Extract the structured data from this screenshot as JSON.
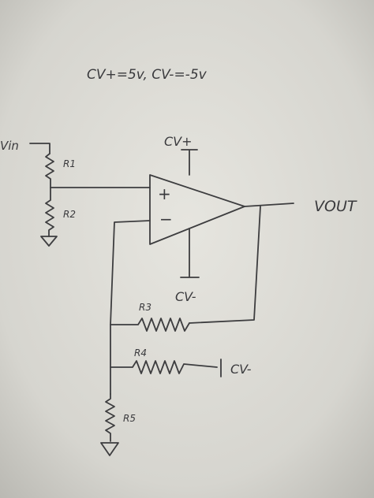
{
  "supply_note": "CV+=5v, CV-=-5v",
  "labels": {
    "vin": "Vin",
    "vout": "VOUT",
    "r1": "R1",
    "r2": "R2",
    "r3": "R3",
    "r4": "R4",
    "r5": "R5",
    "cv_plus": "CV+",
    "cv_minus_bottom": "CV-",
    "cv_minus_r4": "CV-",
    "plus_input": "+",
    "minus_input": "−"
  },
  "colors": {
    "paper": "#d9d8d2",
    "ink": "#3d3d3f"
  }
}
